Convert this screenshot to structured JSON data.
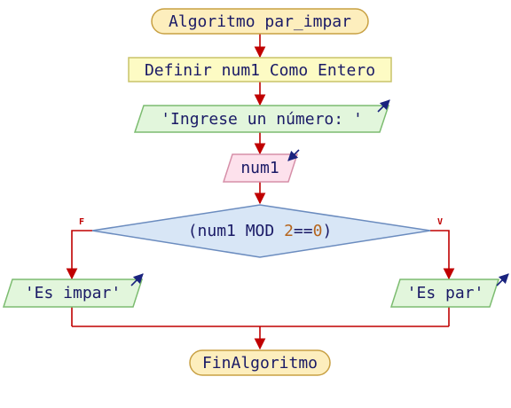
{
  "nodes": {
    "start": {
      "label": "Algoritmo par_impar",
      "fill": "#fdeebd",
      "stroke": "#c8a043"
    },
    "define": {
      "label": "Definir num1 Como Entero",
      "fill": "#fdfbc4",
      "stroke": "#c9c36a"
    },
    "prompt": {
      "label": "'Ingrese un número: '",
      "fill": "#e2f6dc",
      "stroke": "#7cbc70"
    },
    "read": {
      "label": "num1",
      "fill": "#fde1ec",
      "stroke": "#d68fa8"
    },
    "decision": {
      "open": "(num1 MOD ",
      "num1": "2",
      "op": "==",
      "num2": "0",
      "close": ")",
      "fill": "#d8e6f6",
      "stroke": "#6b8cbf",
      "number_color": "#b5651d",
      "false_flag": "F",
      "true_flag": "V"
    },
    "out_odd": {
      "label": "'Es impar'",
      "fill": "#e2f6dc",
      "stroke": "#7cbc70"
    },
    "out_even": {
      "label": "'Es par'",
      "fill": "#e2f6dc",
      "stroke": "#7cbc70"
    },
    "end": {
      "label": "FinAlgoritmo",
      "fill": "#fdeebd",
      "stroke": "#c8a043"
    }
  },
  "colors": {
    "connector": "#c00000",
    "text": "#1a1a66",
    "io_arrow": "#1a237e"
  },
  "icons": {
    "output": "output-arrow-icon",
    "input": "input-arrow-icon"
  }
}
